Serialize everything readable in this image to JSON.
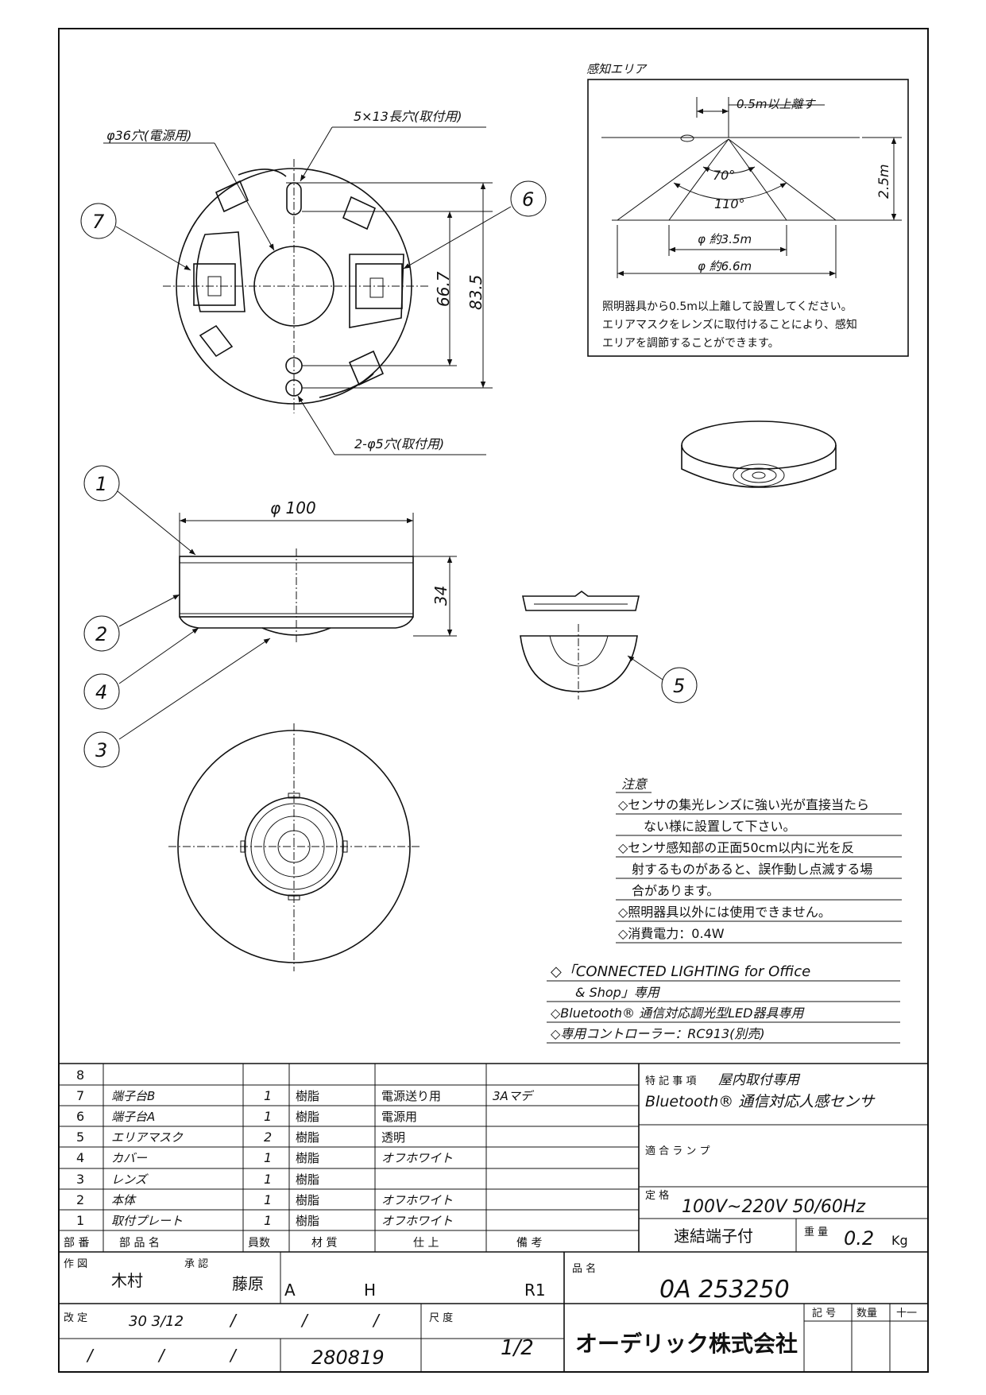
{
  "sensor_area": {
    "title": "感知エリア",
    "clearance": "0.5m以上離す",
    "angle_inner": "70°",
    "angle_outer": "110°",
    "height": "2.5m",
    "dia_inner": "φ 約3.5m",
    "dia_outer": "φ 約6.6m",
    "note_lines": [
      "照明器具から0.5m以上離して設置してください。",
      "エリアマスクをレンズに取付けることにより、感知",
      "エリアを調節することができます。"
    ]
  },
  "top_view": {
    "hole_power": "φ36穴(電源用)",
    "slot_mount": "5×13長穴(取付用)",
    "holes_mount": "2-φ5穴(取付用)",
    "dim_inner": "66.7",
    "dim_outer": "83.5",
    "callout_terminal_a": "7",
    "callout_terminal_b": "6"
  },
  "side_view": {
    "diameter": "φ 100",
    "height": "34",
    "callouts": [
      "1",
      "2",
      "4",
      "3"
    ]
  },
  "area_mask_callout": "5",
  "caution": {
    "title": "注意",
    "lines": [
      "◇センサの集光レンズに強い光が直接当たら",
      "ない様に設置して下さい。",
      "◇センサ感知部の正面50cm以内に光を反",
      "射するものがあると、誤作動し点滅する場",
      "合があります。",
      "◇照明器具以外には使用できません。",
      "◇消費電力：0.4W"
    ]
  },
  "connected": {
    "lines": [
      "◇「CONNECTED LIGHTING for Office",
      "& Shop」専用",
      "◇Bluetooth® 通信対応調光型LED器具専用",
      "◇専用コントローラー：RC913(別売)"
    ]
  },
  "parts_table": {
    "header": [
      "部 番",
      "部 品 名",
      "員数",
      "材 質",
      "仕 上",
      "備 考"
    ],
    "rows": [
      [
        "8",
        "",
        "",
        "",
        "",
        ""
      ],
      [
        "7",
        "端子台B",
        "1",
        "樹脂",
        "電源送り用",
        "3Aマデ"
      ],
      [
        "6",
        "端子台A",
        "1",
        "樹脂",
        "電源用",
        ""
      ],
      [
        "5",
        "エリアマスク",
        "2",
        "樹脂",
        "透明",
        ""
      ],
      [
        "4",
        "カバー",
        "1",
        "樹脂",
        "オフホワイト",
        ""
      ],
      [
        "3",
        "レンズ",
        "1",
        "樹脂",
        "",
        ""
      ],
      [
        "2",
        "本体",
        "1",
        "樹脂",
        "オフホワイト",
        ""
      ],
      [
        "1",
        "取付プレート",
        "1",
        "樹脂",
        "オフホワイト",
        ""
      ]
    ]
  },
  "specs": {
    "special_label": "特 記 事 項",
    "special_value_1": "屋内取付専用",
    "special_value_2": "Bluetooth® 通信対応人感センサ",
    "lamp_label": "適 合 ラ ン プ",
    "rating_label": "定 格",
    "rating_value": "100V~220V 50/60Hz",
    "terminal": "速結端子付",
    "weight_label": "重 量",
    "weight_value": "0.2",
    "weight_unit": "Kg"
  },
  "title_block": {
    "drawn_label": "作 図",
    "drawn_by": "木村",
    "approved_label": "承 認",
    "approved_by": "藤原",
    "rev_a": "A",
    "rev_h": "H",
    "rev_r": "R1",
    "product_label": "品 名",
    "product_no": "0A 253250",
    "revision_label": "改 定",
    "revision_date": "30 3/12",
    "slashes": "/",
    "date_code": "280819",
    "scale_label": "尺 度",
    "scale_value": "1/2",
    "company": "オーデリック株式会社",
    "symbol_label": "記 号",
    "qty_label": "数量",
    "qty_value": "十一"
  }
}
